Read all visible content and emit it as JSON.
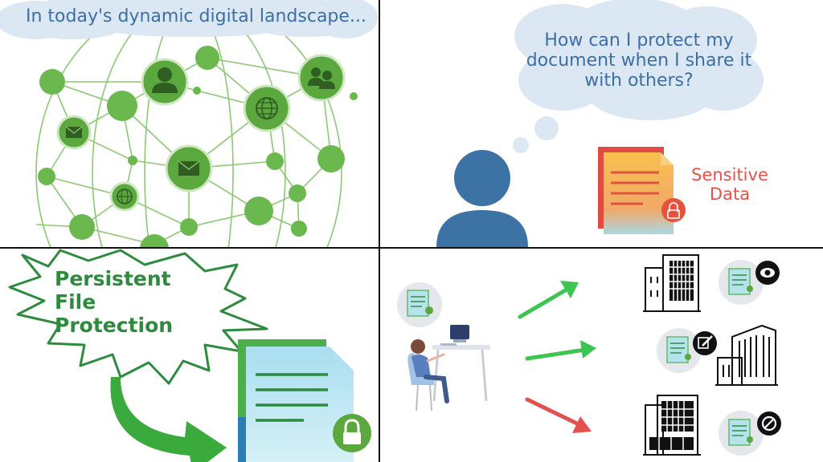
{
  "intro": {
    "text": "In today's dynamic digital landscape..."
  },
  "question": {
    "text": "How can I protect my document when I share it with others?"
  },
  "sensitive": {
    "text": "Sensitive Data"
  },
  "persistent": {
    "text": "Persistent File Protection"
  },
  "colors": {
    "network_green": "#6bb84f",
    "bubble_blue": "#dbe7f2",
    "person_blue": "#3d72a4",
    "sensitive_red": "#e4524a",
    "protection_green": "#2e8b3e",
    "arrow_green": "#3cc651",
    "arrow_red": "#e25050"
  },
  "icons": [
    "user-icon",
    "users-icon",
    "globe-icon",
    "mail-icon",
    "lock-icon",
    "eye-icon",
    "edit-icon",
    "block-icon",
    "building-icon",
    "document-icon"
  ]
}
